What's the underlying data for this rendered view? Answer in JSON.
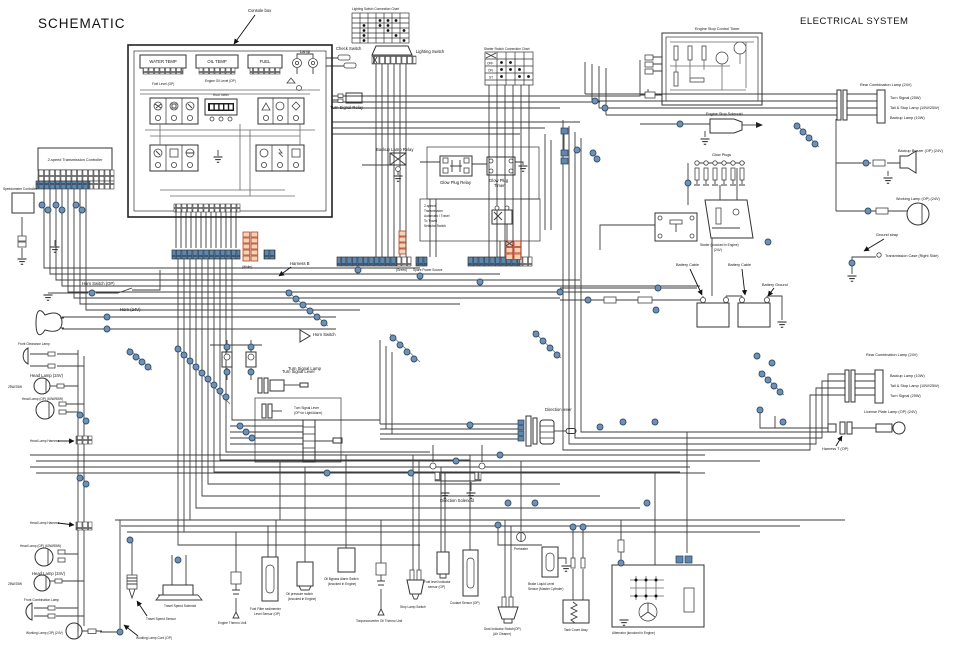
{
  "titles": {
    "schematic": "SCHEMATIC",
    "electrical_system": "ELECTRICAL SYSTEM"
  },
  "console": {
    "label": "Console box",
    "water_temp": "WATER TEMP",
    "oil_temp": "OIL TEMP",
    "fuel": "FUEL",
    "lamp": "Lamp",
    "hour_meter": "Hour meter",
    "fuel_level": "Fuel Level (OP)",
    "engine_oil_level": "Engine Oil Level (OP)"
  },
  "charts": {
    "lighting": "Lighting Switch Connection Chart",
    "starter": "Starter Switch Connection Chart",
    "row_off": "OFF",
    "row_on": "ON",
    "row_st": "ST"
  },
  "switches": {
    "check_switch": "Check Switch",
    "lighting_switch": "Lighting Switch",
    "turn_signal_relay": "Turn Signal Relay",
    "backup_lamp_relay": "Backup Lamp Relay",
    "glow_plug_relay": "Glow Plug Relay",
    "glow_plug_timer_1": "Glow Plug",
    "glow_plug_timer_2": "Timer",
    "selector_1": "2-speed",
    "selector_2": "Transmission",
    "selector_3": "Automatic / Travel",
    "selector_4": "To Travel",
    "selector_5": "Selector Switch",
    "horn_switch": "Horn Switch"
  },
  "controllers": {
    "transmission": "2-speed Transmission Controller",
    "speedometer": "Speedometer Controller"
  },
  "harness": {
    "harness_b": "Harness B",
    "white": "(White)",
    "green": "(Green)",
    "spare_power": "Spare Power Source",
    "harness_t": "Harness T (OP)"
  },
  "left": {
    "horn_switch_op": "Horn Switch (OP)",
    "horn": "Horn (24V)",
    "front_clearance": "Front Clearance Lamp",
    "head_lamp": "Head Lamp (24V)",
    "head_lamp_w": "25W/25W",
    "head_lamp_op": "Head Lamp (OP) (60W/55W)",
    "head_lamp_harness": "Head Lamp Harness",
    "front_combination": "Front Combination Lamp",
    "working_lamp": "Working Lamp (OP) (24V)",
    "working_lamp_cord": "Working Lamp Cord (OP)",
    "travel_speed_sensor": "Travel Speed Sensor",
    "travel_speed_solenoid": "Travel Speed Solenoid"
  },
  "middle": {
    "turn_signal_lamp": "Turn Signal Lamp",
    "turn_signal_lever": "Turn Signal Lever",
    "ts_lever_op_1": "Turn Signal Lever",
    "ts_lever_op_2": "(OP for Light/Alarm)",
    "direction_lever": "Direction lever",
    "direction_solenoid": "Direction Solenoid"
  },
  "right": {
    "engine_stop_timer": "Engine Stop Control Timer",
    "engine_stop_solenoid": "Engine Stop Solenoid",
    "glow_plugs": "Glow Plugs",
    "starter_1": "Starter (knocked in Engine)",
    "starter_2": "(24V)",
    "battery_cable": "Battery Cable",
    "battery_ground": "Battery Ground",
    "ground_strap": "Ground strap",
    "trans_case": "Transmission Case (Right Side)",
    "rear_combination": "Rear Combination Lamp (24V)",
    "turn_signal_w": "Turn Signal (25W)",
    "tail_stop": "Tail & Stop Lamp (10W/25W)",
    "backup_lamp_w": "Backup Lamp (10W)",
    "backup_buzzer": "Backup Buzzer (OP) (24V)",
    "working_lamp": "Working Lamp (OP) (24V)",
    "license_lamp": "License Plate Lamp (OP) (24V)"
  },
  "bottom": {
    "engine_thermo": "Engine Thermo Unit",
    "fuel_filter_1": "Fuel Filter sedimenter",
    "fuel_filter_2": "Level Sensor (OP)",
    "oil_pressure_1": "Oil pressure switch",
    "oil_pressure_2": "(knocked in Engine)",
    "oil_bypass_1": "Oil Bypass Alarm Switch",
    "oil_bypass_2": "(knocked in Engine)",
    "tc_thermo": "Torqueconverter Oil Thermo Unit",
    "stop_lamp_switch": "Stop Lamp Switch",
    "fuel_sensor_1": "Fuel level indicator",
    "fuel_sensor_2": "sensor (OP)",
    "coolant_sensor": "Coolant Sensor (OP)",
    "dust_1": "Dust Indicator Switch(OP)",
    "dust_2": "(Air Cleaner)",
    "preheater": "Preheater",
    "brake_1": "Brake Liquid Level",
    "brake_2": "Sensor (Master Cylinder)",
    "tank_cover": "Tank Cover Assy",
    "alternator": "Alternator (knocked in Engine)"
  },
  "colors": {
    "wire": "#3c3c3c",
    "junction_fill": "#7191b4",
    "junction_stroke": "#32506e",
    "fuse_fill": "#f2d3b4",
    "fuse_stroke": "#b5402a",
    "connector_blue": "#5f86ac"
  }
}
